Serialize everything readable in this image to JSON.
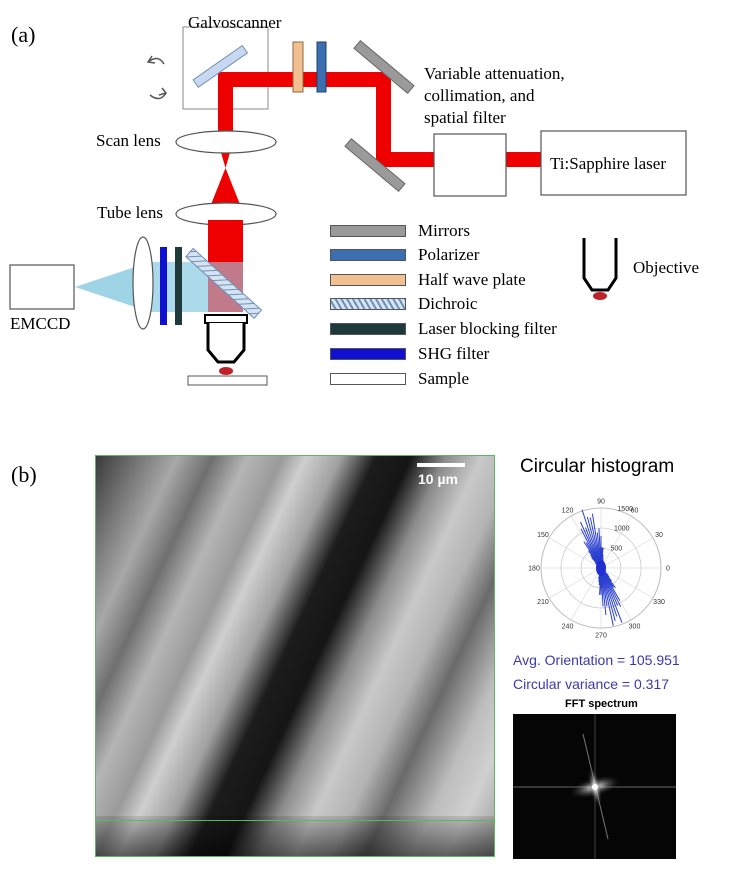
{
  "panel_a": {
    "label": "(a)",
    "components": {
      "galvoscanner": "Galvoscanner",
      "attenuation": [
        "Variable attenuation,",
        "collimation, and",
        "spatial filter"
      ],
      "scan_lens": "Scan lens",
      "tube_lens": "Tube lens",
      "laser": "Ti:Sapphire  laser",
      "camera": "EMCCD",
      "objective": "Objective"
    },
    "legend": [
      {
        "label": "Mirrors",
        "color": "#9a9a9a",
        "pattern": "solid"
      },
      {
        "label": "Polarizer",
        "color": "#3d6fb0",
        "pattern": "solid"
      },
      {
        "label": "Half wave plate",
        "color": "#f2c090",
        "pattern": "solid"
      },
      {
        "label": "Dichroic",
        "color": "#a9c4e0",
        "pattern": "hatch"
      },
      {
        "label": "Laser blocking filter",
        "color": "#1e3a3a",
        "pattern": "solid"
      },
      {
        "label": "SHG filter",
        "color": "#1010d0",
        "pattern": "solid"
      },
      {
        "label": "Sample",
        "color": "#ffffff",
        "pattern": "solid"
      }
    ],
    "colors": {
      "beam": "#ee0000",
      "emission": "#9fd3e6"
    }
  },
  "panel_b": {
    "label": "(b)",
    "scale_bar": "10 µm",
    "histogram_title": "Circular histogram",
    "polar_angle_labels": [
      "0",
      "30",
      "60",
      "90",
      "120",
      "150",
      "180",
      "210",
      "240",
      "270",
      "300",
      "330"
    ],
    "polar_radius_labels": [
      "500",
      "1000",
      "1500"
    ],
    "avg_orientation_label": "Avg. Orientation = 105.951",
    "circular_variance_label": "Circular variance = 0.317",
    "fft_title": "FFT spectrum"
  }
}
